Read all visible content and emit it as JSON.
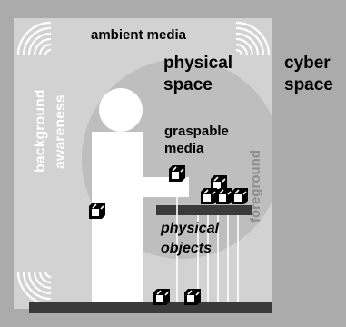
{
  "labels": {
    "ambient_media": "ambient media",
    "physical_space_line1": "physical",
    "physical_space_line2": "space",
    "cyber_space_line1": "cyber",
    "cyber_space_line2": "space",
    "background_awareness_line1": "background",
    "background_awareness_line2": "awareness",
    "graspable_media_line1": "graspable",
    "graspable_media_line2": "media",
    "foreground": "foreground",
    "physical_objects_line1": "physical",
    "physical_objects_line2": "objects"
  },
  "icons": {
    "ambient_wave": "ambient-wave-icon",
    "cube": "cube-icon",
    "person": "person-silhouette-icon"
  },
  "colors": {
    "cyber_space": "#ababab",
    "physical_space": "#d2d2d2",
    "foreground_circle": "#bebebe",
    "person": "#ffffff",
    "table": "#3a3a3a",
    "cube": "#000000",
    "foreground_text": "#8e8e8e"
  }
}
